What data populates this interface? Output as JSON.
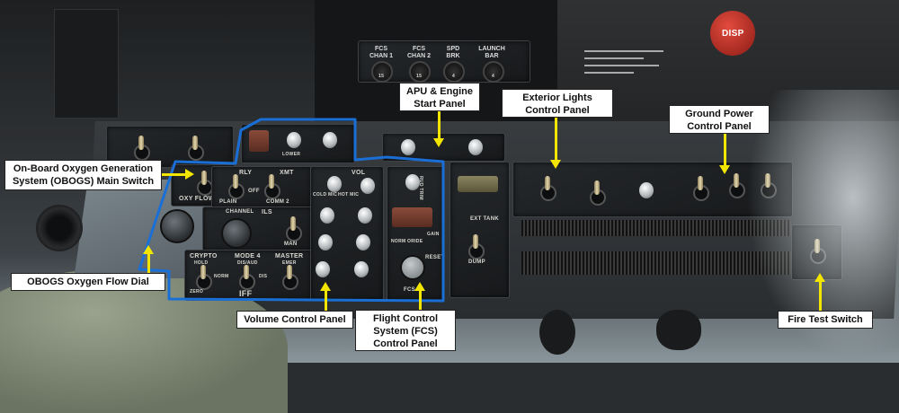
{
  "image": {
    "description_free": true
  },
  "cockpit_labels": {
    "fcs_chan1": "FCS CHAN 1",
    "fcs_chan2": "FCS CHAN 2",
    "spd_brk": "SPD BRK",
    "launch_bar": "LAUNCH BAR",
    "breaker_15a": "15",
    "breaker_15b": "15",
    "breaker_4a": "4",
    "breaker_4b": "4",
    "disp": "DISP",
    "oxy_flow": "OXY FLOW",
    "plain": "PLAIN",
    "off": "OFF",
    "comm2": "COMM 2",
    "rly": "RLY",
    "xmt": "XMT",
    "vol": "VOL",
    "cold_mic": "COLD MIC",
    "hot_mic": "HOT MIC",
    "channel": "CHANNEL",
    "ils": "ILS",
    "man": "MAN",
    "crypto": "CRYPTO",
    "hold": "HOLD",
    "norm": "NORM",
    "zero": "ZERO",
    "mode4": "MODE 4",
    "dis_aud": "DIS/AUD",
    "dis": "DIS",
    "master": "MASTER",
    "emer": "EMER",
    "iff": "IFF",
    "gain": "GAIN",
    "oride": "ORIDE",
    "reset": "RESET",
    "rud_trim": "RUD TRIM",
    "fcs": "FCS",
    "lower": "LOWER",
    "ext_tank": "EXT TANK",
    "dump": "DUMP"
  },
  "callouts": {
    "obogs_main_switch": "On-Board Oxygen Generation System (OBOGS) Main Switch",
    "obogs_flow_dial": "OBOGS Oxygen Flow Dial",
    "apu_engine_start": "APU & Engine Start Panel",
    "exterior_lights": "Exterior Lights Control Panel",
    "ground_power": "Ground Power Control Panel",
    "volume_control": "Volume Control Panel",
    "fcs_control": "Flight Control System (FCS) Control Panel",
    "fire_test": "Fire Test Switch"
  },
  "colors": {
    "callout_arrow": "#f2e600",
    "highlight_outline": "#1a6fd6"
  }
}
